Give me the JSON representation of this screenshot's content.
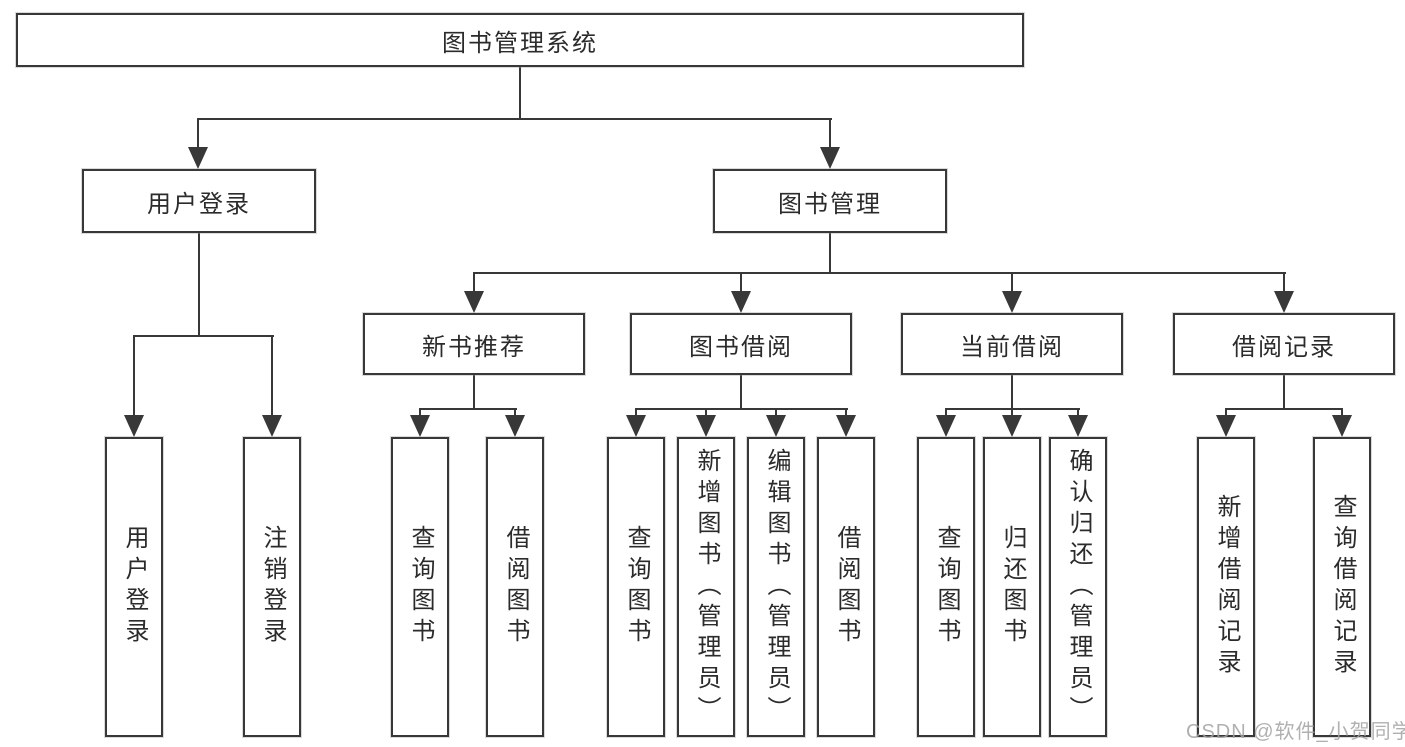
{
  "tree": {
    "root": {
      "label": "图书管理系统"
    },
    "branches": [
      {
        "label": "用户登录",
        "leaves": [
          {
            "label": "用户登录"
          },
          {
            "label": "注销登录"
          }
        ]
      },
      {
        "label": "图书管理",
        "groups": [
          {
            "label": "新书推荐",
            "leaves": [
              {
                "label": "查询图书"
              },
              {
                "label": "借阅图书"
              }
            ]
          },
          {
            "label": "图书借阅",
            "leaves": [
              {
                "label": "查询图书"
              },
              {
                "label": "新增图书（管理员）"
              },
              {
                "label": "编辑图书（管理员）"
              },
              {
                "label": "借阅图书"
              }
            ]
          },
          {
            "label": "当前借阅",
            "leaves": [
              {
                "label": "查询图书"
              },
              {
                "label": "归还图书"
              },
              {
                "label": "确认归还（管理员）"
              }
            ]
          },
          {
            "label": "借阅记录",
            "leaves": [
              {
                "label": "新增借阅记录"
              },
              {
                "label": "查询借阅记录"
              }
            ]
          }
        ]
      }
    ]
  },
  "watermark": {
    "text": "CSDN @软件_小贺同学"
  },
  "colors": {
    "line": "#383838",
    "box_border": "#383838",
    "text": "#2b2b2b",
    "watermark": "#a2a2a2"
  }
}
